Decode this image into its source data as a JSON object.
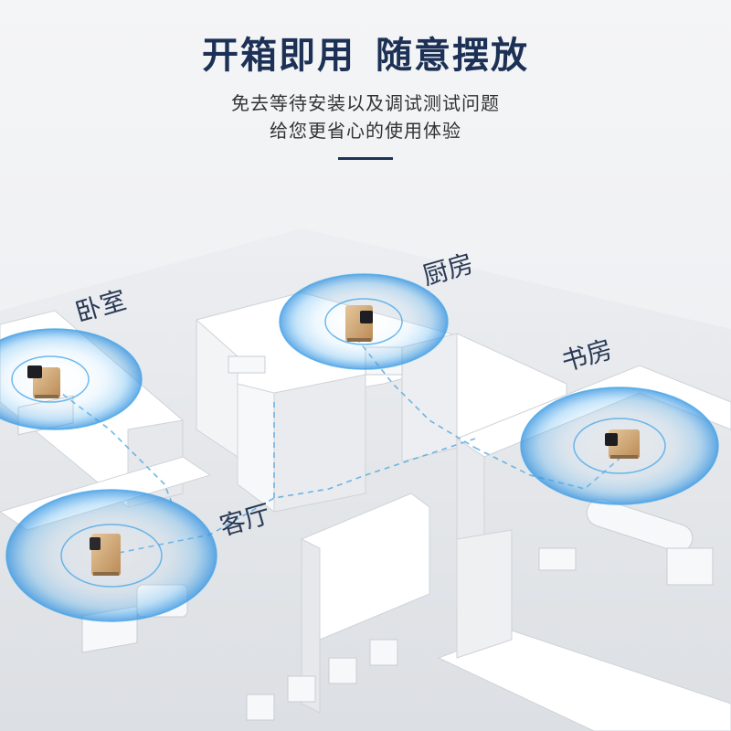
{
  "header": {
    "title_part1": "开箱即用",
    "title_part2": "随意摆放",
    "subtitle_line1": "免去等待安装以及调试测试问题",
    "subtitle_line2": "给您更省心的使用体验"
  },
  "rooms": {
    "bedroom": "卧室",
    "kitchen": "厨房",
    "study": "书房",
    "living_room": "客厅"
  },
  "colors": {
    "title": "#1c3155",
    "accent_glow": "#4aa8e8",
    "device_gold": "#c9a170",
    "wall": "#ffffff"
  }
}
